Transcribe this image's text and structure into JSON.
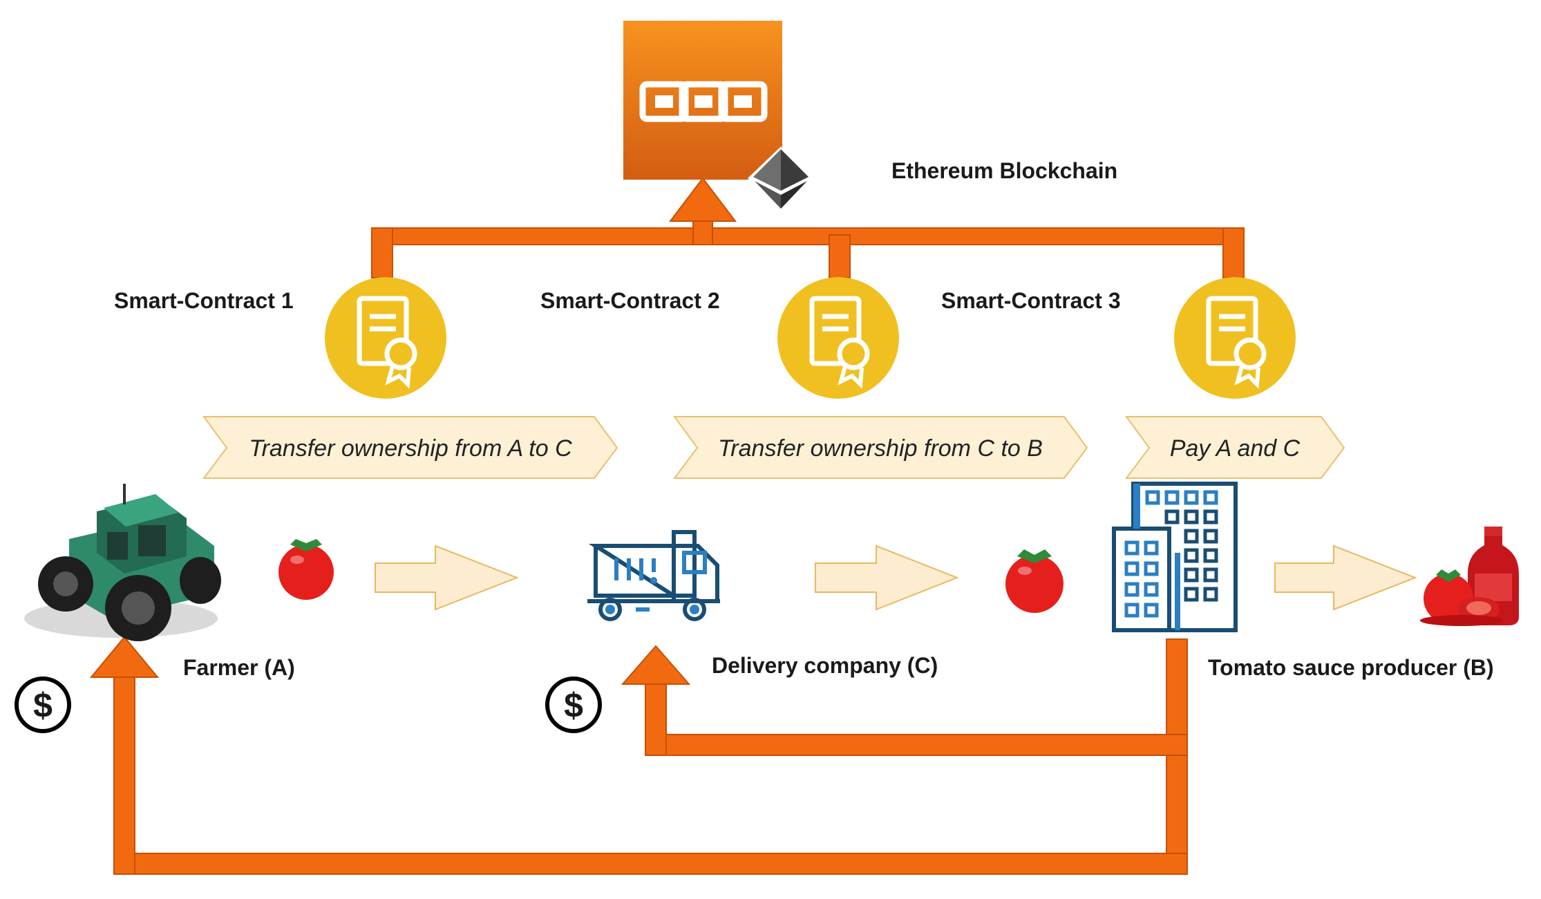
{
  "blockchain": {
    "label": "Ethereum Blockchain"
  },
  "contracts": [
    {
      "label": "Smart-Contract 1"
    },
    {
      "label": "Smart-Contract 2"
    },
    {
      "label": "Smart-Contract 3"
    }
  ],
  "steps": [
    {
      "text": "Transfer ownership from A to C"
    },
    {
      "text": "Transfer ownership from C to B"
    },
    {
      "text": "Pay A and C"
    }
  ],
  "actors": {
    "farmer": "Farmer (A)",
    "delivery": "Delivery company (C)",
    "producer": "Tomato sauce producer (B)"
  },
  "payment_symbol": "$",
  "colors": {
    "arrow_orange": "#f26a10",
    "arrow_outline": "#c84f00",
    "blockchain_top": "#f7921e",
    "blockchain_bottom": "#d35d12",
    "contract_gold": "#f0c020",
    "step_fill": "#fdf0d4",
    "step_stroke": "#e8c070",
    "delivery_blue": "#2b7fc4",
    "tractor_green": "#2f8a6a",
    "tomato_red": "#e5201c"
  }
}
